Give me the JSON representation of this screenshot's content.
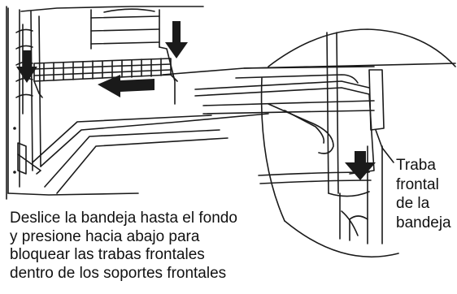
{
  "figure": {
    "instruction_lines": [
      "Deslice la bandeja hasta el fondo",
      "y presione hacia abajo para",
      "bloquear las trabas frontales",
      "dentro de los soportes frontales"
    ],
    "callout_lines": [
      "Traba",
      "frontal",
      "de la",
      "bandeja"
    ]
  },
  "colors": {
    "line": "#1a1a1a",
    "arrow": "#1a1a1a",
    "background": "#ffffff"
  }
}
